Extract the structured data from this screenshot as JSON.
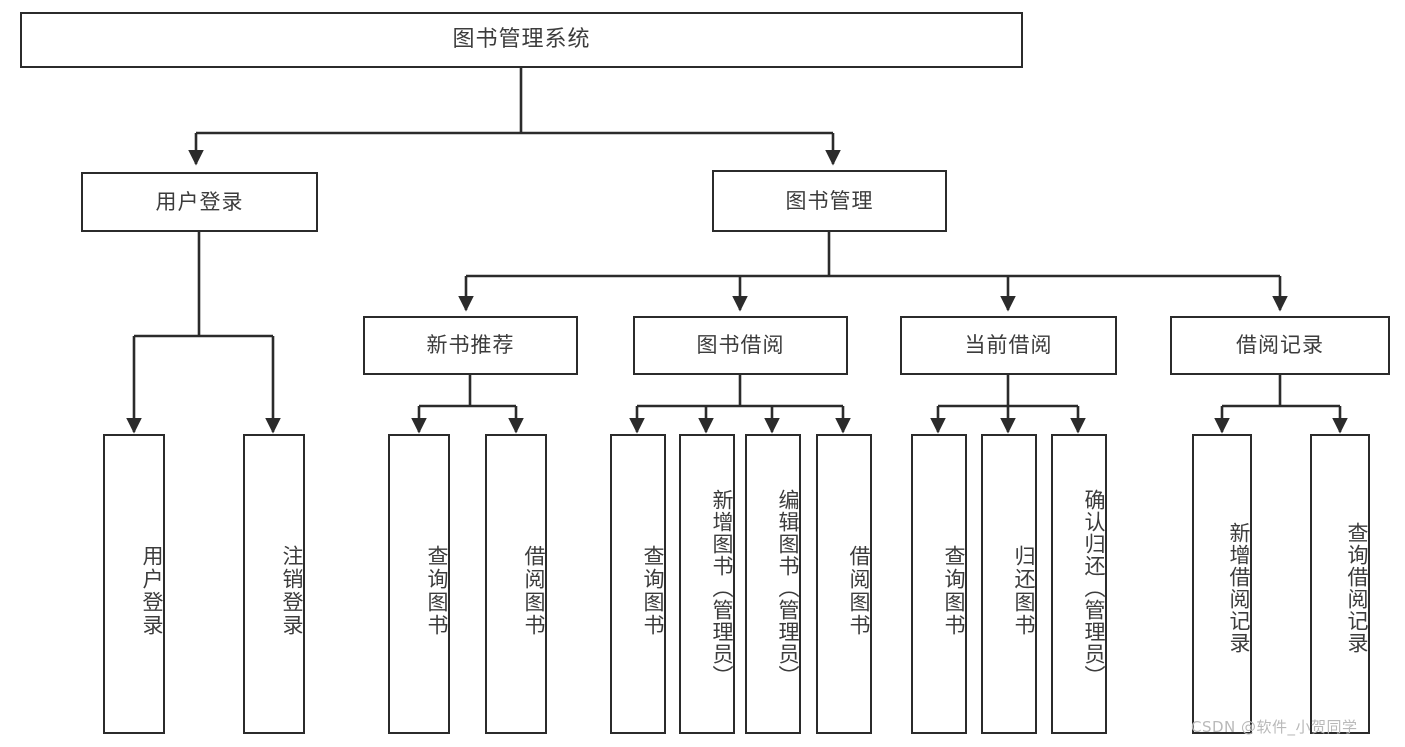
{
  "diagram": {
    "title": "图书管理系统",
    "type": "tree",
    "root": {
      "label": "图书管理系统"
    },
    "level2": [
      {
        "label": "用户登录"
      },
      {
        "label": "图书管理"
      }
    ],
    "level3": [
      {
        "label": "新书推荐"
      },
      {
        "label": "图书借阅"
      },
      {
        "label": "当前借阅"
      },
      {
        "label": "借阅记录"
      }
    ],
    "leaves": {
      "user_login": [
        {
          "label": "用户登录"
        },
        {
          "label": "注销登录"
        }
      ],
      "new_book_recommend": [
        {
          "label": "查询图书"
        },
        {
          "label": "借阅图书"
        }
      ],
      "book_borrow": [
        {
          "label": "查询图书"
        },
        {
          "label": "新增图书（管理员）"
        },
        {
          "label": "编辑图书（管理员）"
        },
        {
          "label": "借阅图书"
        }
      ],
      "current_borrow": [
        {
          "label": "查询图书"
        },
        {
          "label": "归还图书"
        },
        {
          "label": "确认归还（管理员）"
        }
      ],
      "borrow_record": [
        {
          "label": "新增借阅记录"
        },
        {
          "label": "查询借阅记录"
        }
      ]
    }
  },
  "watermark": {
    "text": "CSDN @软件_小贺同学"
  },
  "colors": {
    "stroke": "#2b2b2b",
    "text": "#3c3c3c",
    "background": "#ffffff",
    "watermark": "#b9b9b9"
  }
}
